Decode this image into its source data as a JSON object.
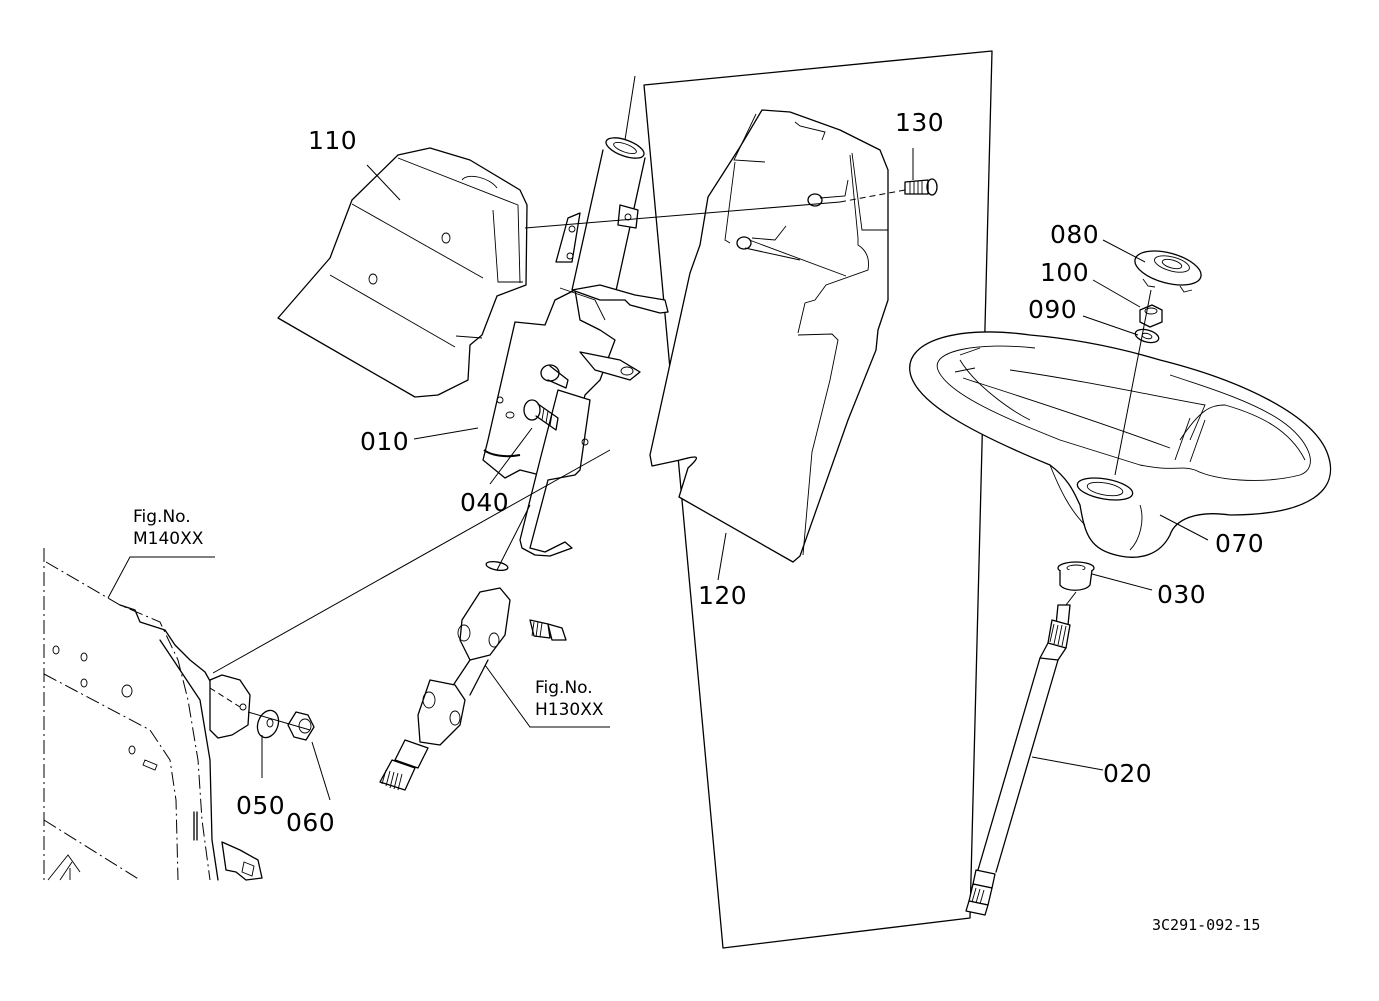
{
  "diagram": {
    "title": "Steering wheel and steering column exploded parts view",
    "drawing_code": "3C291-092-15",
    "parts": [
      {
        "id": "p010",
        "label": "010"
      },
      {
        "id": "p020",
        "label": "020"
      },
      {
        "id": "p030",
        "label": "030"
      },
      {
        "id": "p040",
        "label": "040"
      },
      {
        "id": "p050",
        "label": "050"
      },
      {
        "id": "p060",
        "label": "060"
      },
      {
        "id": "p070",
        "label": "070"
      },
      {
        "id": "p080",
        "label": "080"
      },
      {
        "id": "p090",
        "label": "090"
      },
      {
        "id": "p100",
        "label": "100"
      },
      {
        "id": "p110",
        "label": "110"
      },
      {
        "id": "p120",
        "label": "120"
      },
      {
        "id": "p130",
        "label": "130"
      }
    ],
    "figure_refs": [
      {
        "line1": "Fig.No.",
        "line2": "M140XX"
      },
      {
        "line1": "Fig.No.",
        "line2": "H130XX"
      }
    ]
  }
}
